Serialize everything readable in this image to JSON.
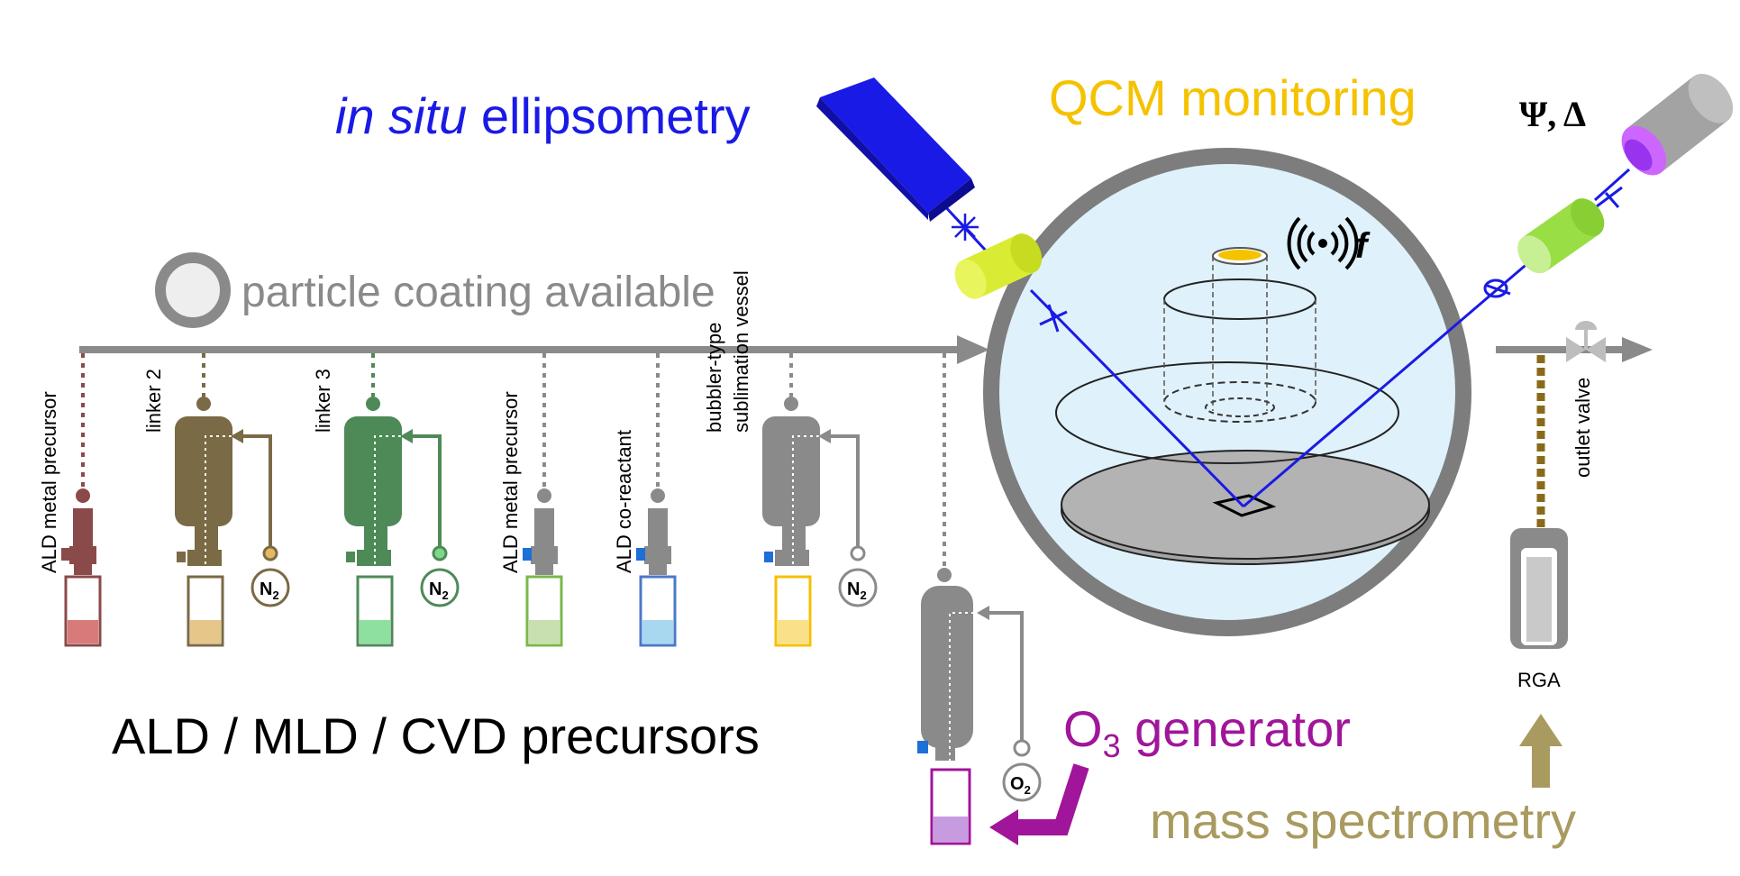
{
  "colors": {
    "ellipsometry": "#1a1ae6",
    "qcm": "#f5c200",
    "gray": "#8a8a8a",
    "mass_spec": "#a99a5f",
    "ozone": "#a0159a",
    "chamber_fill": "#dff1fa",
    "chamber_ring": "#7d7d7d"
  },
  "labels": {
    "ellipsometry_italic": "in situ",
    "ellipsometry_rest": " ellipsometry",
    "qcm": "QCM monitoring",
    "particle": "particle coating available",
    "psi_delta": "Ψ, Δ",
    "frequency": "f",
    "precursors_title": "ALD / MLD / CVD precursors",
    "ozone_main": "O",
    "ozone_sub": "3",
    "ozone_rest": " generator",
    "mass_spec": "mass spectrometry",
    "rga": "RGA",
    "outlet_valve": "outlet valve"
  },
  "sources": [
    {
      "label_lines": [
        "ALD metal precursor"
      ],
      "color": "#8b4a4a",
      "fill": "#d97a7a",
      "type": "valve"
    },
    {
      "label_lines": [
        "linker 2"
      ],
      "color": "#7a6a45",
      "fill": "#e6c689",
      "type": "bubbler",
      "gas": "N",
      "gas_sub": "2",
      "gas_color": "#e8b860"
    },
    {
      "label_lines": [
        "linker 3"
      ],
      "color": "#4e8a58",
      "fill": "#8ee0a0",
      "type": "bubbler",
      "gas": "N",
      "gas_sub": "2",
      "gas_color": "#7fd68a"
    },
    {
      "label_lines": [
        "ALD metal precursor"
      ],
      "color": "#8a8a8a",
      "fill": "#c8e0b0",
      "type": "valve",
      "border": "#7ab84a"
    },
    {
      "label_lines": [
        "ALD co-reactant"
      ],
      "color": "#8a8a8a",
      "fill": "#a8d8f0",
      "type": "valve",
      "border": "#4a7ac8"
    },
    {
      "label_lines": [
        "bubbler-type",
        "sublimation vessel"
      ],
      "color": "#8a8a8a",
      "fill": "#fbe08a",
      "type": "bubbler",
      "border": "#f5c000",
      "gas": "N",
      "gas_sub": "2",
      "gas_color": "#ffffff"
    }
  ],
  "ozone_gas": {
    "gas": "O",
    "gas_sub": "2"
  }
}
